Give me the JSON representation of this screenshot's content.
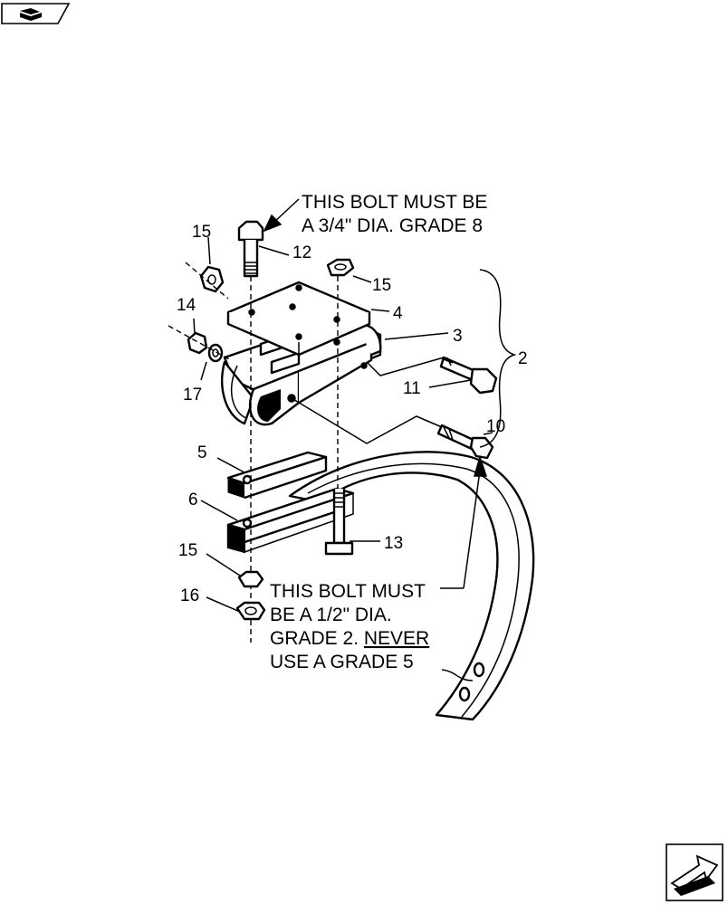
{
  "diagram": {
    "notes": {
      "top_line1": "THIS BOLT MUST BE",
      "top_line2": "A 3/4\" DIA. GRADE 8",
      "bottom_line1": "THIS BOLT MUST",
      "bottom_line2": "BE A 1/2\" DIA.",
      "bottom_line3_pre": "GRADE 2. ",
      "bottom_line3_em": "NEVER",
      "bottom_line4": "USE A GRADE 5"
    },
    "callouts": {
      "c2": "2",
      "c3": "3",
      "c4": "4",
      "c5": "5",
      "c6": "6",
      "c10": "10",
      "c11": "11",
      "c12": "12",
      "c13": "13",
      "c14": "14",
      "c15a": "15",
      "c15b": "15",
      "c15c": "15",
      "c16": "16",
      "c17": "17"
    }
  },
  "icons": {
    "top_left": "book-page-icon",
    "bottom_right": "next-page-arrow-icon"
  }
}
